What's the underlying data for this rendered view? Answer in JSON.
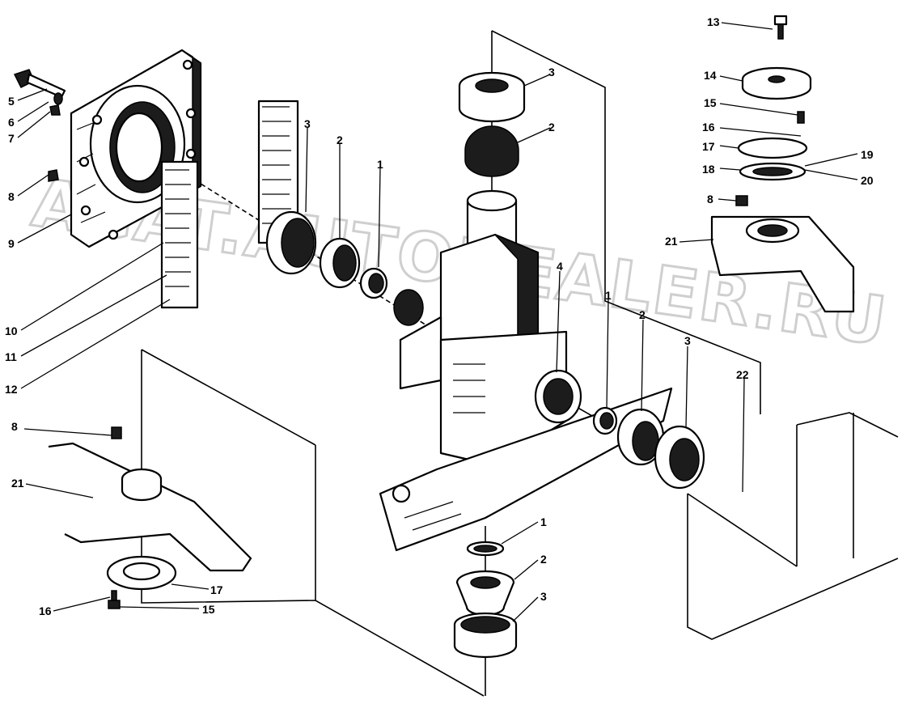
{
  "watermark": {
    "line1": "ACAT.AUTODEALER.RU",
    "color": "#cfcfcf"
  },
  "callouts": [
    {
      "id": "c13a",
      "text": "13"
    },
    {
      "id": "c14a",
      "text": "14"
    },
    {
      "id": "c15a",
      "text": "15"
    },
    {
      "id": "c16a",
      "text": "16"
    },
    {
      "id": "c17a",
      "text": "17"
    },
    {
      "id": "c18a",
      "text": "18"
    },
    {
      "id": "c19a",
      "text": "19"
    },
    {
      "id": "c20a",
      "text": "20"
    },
    {
      "id": "c8a",
      "text": "8"
    },
    {
      "id": "c21a",
      "text": "21"
    },
    {
      "id": "c5",
      "text": "5"
    },
    {
      "id": "c6",
      "text": "6"
    },
    {
      "id": "c7",
      "text": "7"
    },
    {
      "id": "c8b",
      "text": "8"
    },
    {
      "id": "c9",
      "text": "9"
    },
    {
      "id": "c10",
      "text": "10"
    },
    {
      "id": "c11",
      "text": "11"
    },
    {
      "id": "c12",
      "text": "12"
    },
    {
      "id": "c3a",
      "text": "3"
    },
    {
      "id": "c2a",
      "text": "2"
    },
    {
      "id": "c1a",
      "text": "1"
    },
    {
      "id": "c3b",
      "text": "3"
    },
    {
      "id": "c2b",
      "text": "2"
    },
    {
      "id": "c4",
      "text": "4"
    },
    {
      "id": "c1b",
      "text": "1"
    },
    {
      "id": "c2c",
      "text": "2"
    },
    {
      "id": "c3c",
      "text": "3"
    },
    {
      "id": "c22",
      "text": "22"
    },
    {
      "id": "c8c",
      "text": "8"
    },
    {
      "id": "c21b",
      "text": "21"
    },
    {
      "id": "c17b",
      "text": "17"
    },
    {
      "id": "c16b",
      "text": "16"
    },
    {
      "id": "c15b",
      "text": "15"
    },
    {
      "id": "c1c",
      "text": "1"
    },
    {
      "id": "c2d",
      "text": "2"
    },
    {
      "id": "c3d",
      "text": "3"
    }
  ]
}
